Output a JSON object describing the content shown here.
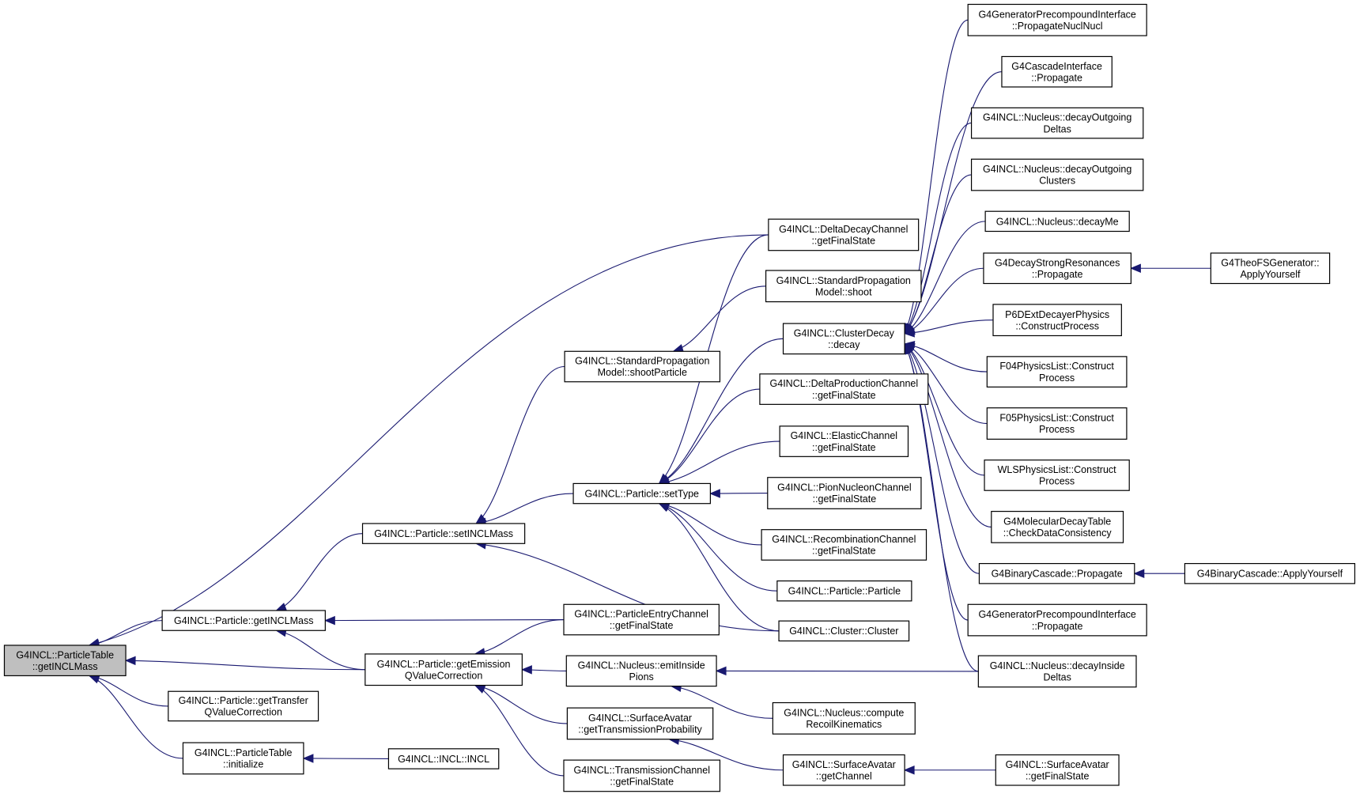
{
  "graph": {
    "nodes": [
      {
        "id": "root",
        "lines": [
          "G4INCL::ParticleTable",
          "::getINCLMass"
        ],
        "root": true
      },
      {
        "id": "getINCLMass",
        "lines": [
          "G4INCL::Particle::getINCLMass"
        ]
      },
      {
        "id": "getEmission",
        "lines": [
          "G4INCL::Particle::getEmission",
          "QValueCorrection"
        ]
      },
      {
        "id": "getTransfer",
        "lines": [
          "G4INCL::Particle::getTransfer",
          "QValueCorrection"
        ]
      },
      {
        "id": "ptInitialize",
        "lines": [
          "G4INCL::ParticleTable",
          "::initialize"
        ]
      },
      {
        "id": "inclINCL",
        "lines": [
          "G4INCL::INCL::INCL"
        ]
      },
      {
        "id": "setINCLMass",
        "lines": [
          "G4INCL::Particle::setINCLMass"
        ]
      },
      {
        "id": "shootParticle",
        "lines": [
          "G4INCL::StandardPropagation",
          "Model::shootParticle"
        ]
      },
      {
        "id": "setType",
        "lines": [
          "G4INCL::Particle::setType"
        ]
      },
      {
        "id": "entryChannel",
        "lines": [
          "G4INCL::ParticleEntryChannel",
          "::getFinalState"
        ]
      },
      {
        "id": "emitInside",
        "lines": [
          "G4INCL::Nucleus::emitInside",
          "Pions"
        ]
      },
      {
        "id": "surfTrans",
        "lines": [
          "G4INCL::SurfaceAvatar",
          "::getTransmissionProbability"
        ]
      },
      {
        "id": "transChannel",
        "lines": [
          "G4INCL::TransmissionChannel",
          "::getFinalState"
        ]
      },
      {
        "id": "deltaDecay",
        "lines": [
          "G4INCL::DeltaDecayChannel",
          "::getFinalState"
        ]
      },
      {
        "id": "shoot",
        "lines": [
          "G4INCL::StandardPropagation",
          "Model::shoot"
        ]
      },
      {
        "id": "clusterDecay",
        "lines": [
          "G4INCL::ClusterDecay",
          "::decay"
        ]
      },
      {
        "id": "deltaProd",
        "lines": [
          "G4INCL::DeltaProductionChannel",
          "::getFinalState"
        ]
      },
      {
        "id": "elastic",
        "lines": [
          "G4INCL::ElasticChannel",
          "::getFinalState"
        ]
      },
      {
        "id": "pionNucleon",
        "lines": [
          "G4INCL::PionNucleonChannel",
          "::getFinalState"
        ]
      },
      {
        "id": "recomb",
        "lines": [
          "G4INCL::RecombinationChannel",
          "::getFinalState"
        ]
      },
      {
        "id": "particleCtor",
        "lines": [
          "G4INCL::Particle::Particle"
        ]
      },
      {
        "id": "clusterCtor",
        "lines": [
          "G4INCL::Cluster::Cluster"
        ]
      },
      {
        "id": "computeRecoil",
        "lines": [
          "G4INCL::Nucleus::compute",
          "RecoilKinematics"
        ]
      },
      {
        "id": "surfChannel",
        "lines": [
          "G4INCL::SurfaceAvatar",
          "::getChannel"
        ]
      },
      {
        "id": "gpiNuclNucl",
        "lines": [
          "G4GeneratorPrecompoundInterface",
          "::PropagateNuclNucl"
        ]
      },
      {
        "id": "cascadeProp",
        "lines": [
          "G4CascadeInterface",
          "::Propagate"
        ]
      },
      {
        "id": "decayDeltas",
        "lines": [
          "G4INCL::Nucleus::decayOutgoing",
          "Deltas"
        ]
      },
      {
        "id": "decayClusters",
        "lines": [
          "G4INCL::Nucleus::decayOutgoing",
          "Clusters"
        ]
      },
      {
        "id": "decayMe",
        "lines": [
          "G4INCL::Nucleus::decayMe"
        ]
      },
      {
        "id": "strongRes",
        "lines": [
          "G4DecayStrongResonances",
          "::Propagate"
        ]
      },
      {
        "id": "p6d",
        "lines": [
          "P6DExtDecayerPhysics",
          "::ConstructProcess"
        ]
      },
      {
        "id": "f04",
        "lines": [
          "F04PhysicsList::Construct",
          "Process"
        ]
      },
      {
        "id": "f05",
        "lines": [
          "F05PhysicsList::Construct",
          "Process"
        ]
      },
      {
        "id": "wls",
        "lines": [
          "WLSPhysicsList::Construct",
          "Process"
        ]
      },
      {
        "id": "molecular",
        "lines": [
          "G4MolecularDecayTable",
          "::CheckDataConsistency"
        ]
      },
      {
        "id": "binaryProp",
        "lines": [
          "G4BinaryCascade::Propagate"
        ]
      },
      {
        "id": "gpiProp",
        "lines": [
          "G4GeneratorPrecompoundInterface",
          "::Propagate"
        ]
      },
      {
        "id": "decayInside",
        "lines": [
          "G4INCL::Nucleus::decayInside",
          "Deltas"
        ]
      },
      {
        "id": "surfFinal",
        "lines": [
          "G4INCL::SurfaceAvatar",
          "::getFinalState"
        ]
      },
      {
        "id": "theoFS",
        "lines": [
          "G4TheoFSGenerator::",
          "ApplyYourself"
        ]
      },
      {
        "id": "binaryApply",
        "lines": [
          "G4BinaryCascade::ApplyYourself"
        ]
      }
    ],
    "edges": [
      [
        "getINCLMass",
        "root"
      ],
      [
        "getEmission",
        "root"
      ],
      [
        "getTransfer",
        "root"
      ],
      [
        "ptInitialize",
        "root"
      ],
      [
        "deltaDecay",
        "root"
      ],
      [
        "inclINCL",
        "ptInitialize"
      ],
      [
        "setINCLMass",
        "getINCLMass"
      ],
      [
        "entryChannel",
        "getINCLMass"
      ],
      [
        "getEmission",
        "getINCLMass"
      ],
      [
        "shootParticle",
        "setINCLMass"
      ],
      [
        "setType",
        "setINCLMass"
      ],
      [
        "clusterCtor",
        "setINCLMass"
      ],
      [
        "shoot",
        "shootParticle"
      ],
      [
        "deltaDecay",
        "setType"
      ],
      [
        "clusterDecay",
        "setType"
      ],
      [
        "deltaProd",
        "setType"
      ],
      [
        "elastic",
        "setType"
      ],
      [
        "pionNucleon",
        "setType"
      ],
      [
        "recomb",
        "setType"
      ],
      [
        "particleCtor",
        "setType"
      ],
      [
        "clusterCtor",
        "setType"
      ],
      [
        "entryChannel",
        "getEmission"
      ],
      [
        "emitInside",
        "getEmission"
      ],
      [
        "surfTrans",
        "getEmission"
      ],
      [
        "transChannel",
        "getEmission"
      ],
      [
        "decayInside",
        "emitInside"
      ],
      [
        "computeRecoil",
        "emitInside"
      ],
      [
        "surfChannel",
        "surfTrans"
      ],
      [
        "surfFinal",
        "surfChannel"
      ],
      [
        "gpiNuclNucl",
        "clusterDecay"
      ],
      [
        "cascadeProp",
        "clusterDecay"
      ],
      [
        "decayDeltas",
        "clusterDecay"
      ],
      [
        "decayClusters",
        "clusterDecay"
      ],
      [
        "decayMe",
        "clusterDecay"
      ],
      [
        "strongRes",
        "clusterDecay"
      ],
      [
        "p6d",
        "clusterDecay"
      ],
      [
        "f04",
        "clusterDecay"
      ],
      [
        "f05",
        "clusterDecay"
      ],
      [
        "wls",
        "clusterDecay"
      ],
      [
        "molecular",
        "clusterDecay"
      ],
      [
        "binaryProp",
        "clusterDecay"
      ],
      [
        "gpiProp",
        "clusterDecay"
      ],
      [
        "decayInside",
        "clusterDecay"
      ],
      [
        "theoFS",
        "strongRes"
      ],
      [
        "binaryApply",
        "binaryProp"
      ]
    ]
  },
  "colors": {
    "edge": "#191970",
    "root_fill": "#bfbfbf",
    "node_fill": "#ffffff",
    "border": "#000000"
  }
}
